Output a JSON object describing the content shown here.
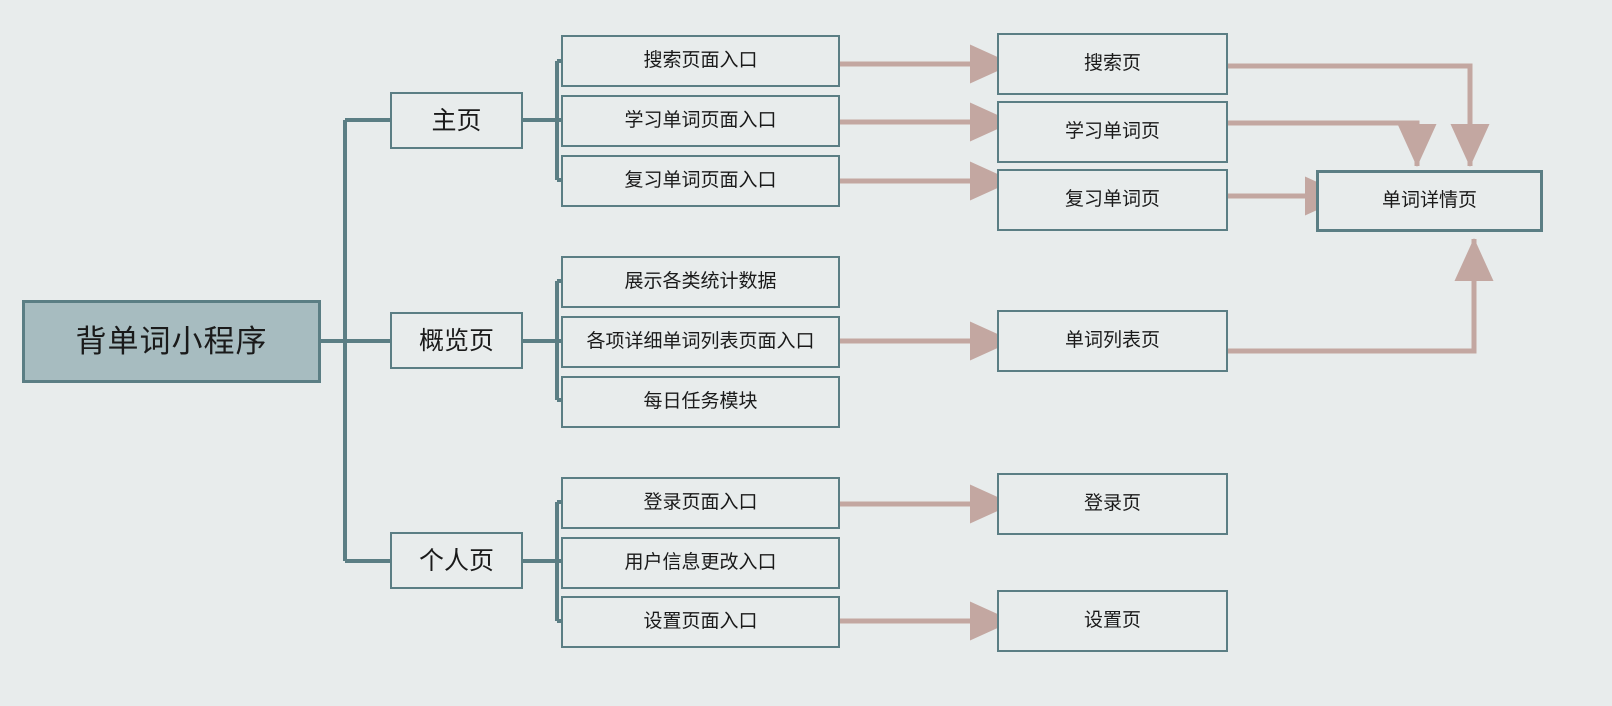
{
  "diagram": {
    "title": "背单词小程序",
    "type": "mindmap-flowchart",
    "background_color": "#e8ecec",
    "node_border_color": "#5b7e84",
    "root_fill_color": "#a7bcc0",
    "connector_color": "#5b7e84",
    "arrow_color": "#c3a7a1"
  },
  "root": {
    "label": "背单词小程序"
  },
  "branches": [
    {
      "label": "主页",
      "items": [
        {
          "label": "搜索页面入口"
        },
        {
          "label": "学习单词页面入口"
        },
        {
          "label": "复习单词页面入口"
        }
      ]
    },
    {
      "label": "概览页",
      "items": [
        {
          "label": "展示各类统计数据"
        },
        {
          "label": "各项详细单词列表页面入口"
        },
        {
          "label": "每日任务模块"
        }
      ]
    },
    {
      "label": "个人页",
      "items": [
        {
          "label": "登录页面入口"
        },
        {
          "label": "用户信息更改入口"
        },
        {
          "label": "设置页面入口"
        }
      ]
    }
  ],
  "pages": [
    {
      "label": "搜索页"
    },
    {
      "label": "学习单词页"
    },
    {
      "label": "复习单词页"
    },
    {
      "label": "单词列表页"
    },
    {
      "label": "登录页"
    },
    {
      "label": "设置页"
    }
  ],
  "detail_page": {
    "label": "单词详情页"
  },
  "flows": [
    {
      "from": "搜索页面入口",
      "to": "搜索页"
    },
    {
      "from": "学习单词页面入口",
      "to": "学习单词页"
    },
    {
      "from": "复习单词页面入口",
      "to": "复习单词页"
    },
    {
      "from": "各项详细单词列表页面入口",
      "to": "单词列表页"
    },
    {
      "from": "登录页面入口",
      "to": "登录页"
    },
    {
      "from": "设置页面入口",
      "to": "设置页"
    },
    {
      "from": "搜索页",
      "to": "单词详情页"
    },
    {
      "from": "学习单词页",
      "to": "单词详情页"
    },
    {
      "from": "复习单词页",
      "to": "单词详情页"
    },
    {
      "from": "单词列表页",
      "to": "单词详情页"
    }
  ]
}
